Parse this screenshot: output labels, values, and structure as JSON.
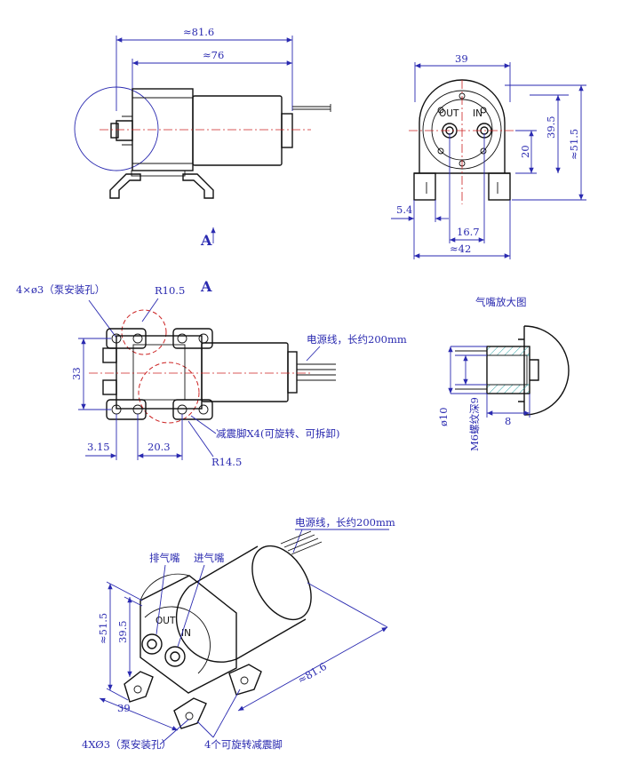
{
  "top_view": {
    "dim_overall": "≈81.6",
    "dim_body": "≈76"
  },
  "front_view": {
    "dim_width": "39",
    "dim_height_outer": "≈51.5",
    "dim_height_axis": "39.5",
    "dim_port_height": "20",
    "dim_foot": "5.4",
    "dim_port_spacing": "16.7",
    "dim_base": "≈42",
    "label_out": "OUT",
    "label_in": "IN"
  },
  "view_a": {
    "arrow_label": "A",
    "view_title": "A",
    "holes_note": "4×ø3（泵安装孔）",
    "radius_small": "R10.5",
    "radius_large": "R14.5",
    "dim_height": "33",
    "dim_left": "3.15",
    "dim_spacing": "20.3",
    "wire_note": "电源线，长约200mm",
    "feet_note": "减震脚X4(可旋转、可拆卸)"
  },
  "nozzle_detail": {
    "title": "气嘴放大图",
    "dim_diameter": "ø10",
    "dim_thread": "M6螺纹深9",
    "dim_length": "8"
  },
  "iso_view": {
    "wire_note": "电源线，长约200mm",
    "exhaust_label": "排气嘴",
    "intake_label": "进气嘴",
    "dim_height_outer": "≈51.5",
    "dim_height_axis": "39.5",
    "dim_width": "39",
    "dim_length": "≈81.6",
    "holes_note": "4XØ3（泵安装孔）",
    "feet_note": "4个可旋转减震脚"
  }
}
